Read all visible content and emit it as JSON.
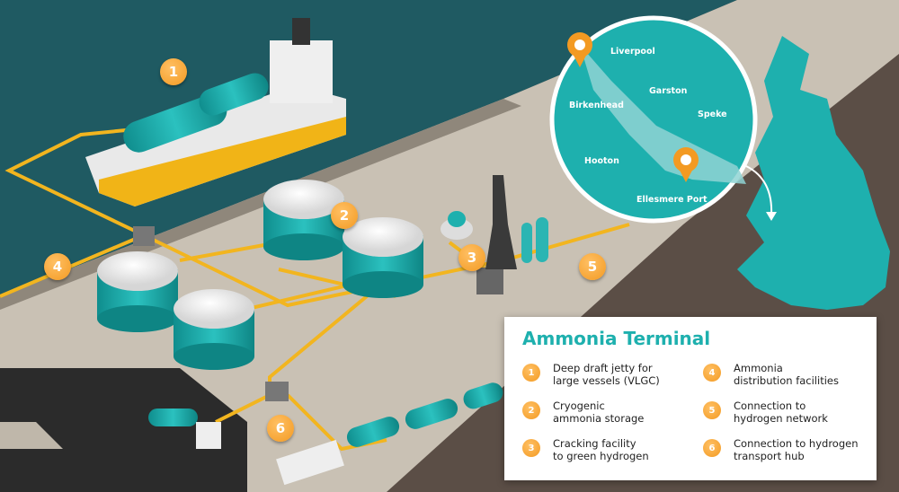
{
  "legend": {
    "title": "Ammonia Terminal",
    "items": [
      {
        "num": "1",
        "line1": "Deep draft jetty for",
        "line2": "large vessels (VLGC)"
      },
      {
        "num": "2",
        "line1": "Cryogenic",
        "line2": "ammonia storage"
      },
      {
        "num": "3",
        "line1": "Cracking facility",
        "line2": "to green hydrogen"
      },
      {
        "num": "4",
        "line1": "Ammonia",
        "line2": "distribution facilities"
      },
      {
        "num": "5",
        "line1": "Connection to",
        "line2": "hydrogen network"
      },
      {
        "num": "6",
        "line1": "Connection to hydrogen",
        "line2": "transport hub"
      }
    ]
  },
  "map": {
    "labels": {
      "liverpool": "Liverpool",
      "garston": "Garston",
      "birkenhead": "Birkenhead",
      "speke": "Speke",
      "hooton": "Hooton",
      "ellesmere_port": "Ellesmere Port"
    }
  },
  "badges": [
    "1",
    "2",
    "3",
    "4",
    "5",
    "6"
  ],
  "colors": {
    "accent": "#1eb0ae",
    "badge": "#f39a22",
    "pipe": "#f2b51f",
    "sea": "#1f5a62",
    "land": "#c9c1b4"
  }
}
